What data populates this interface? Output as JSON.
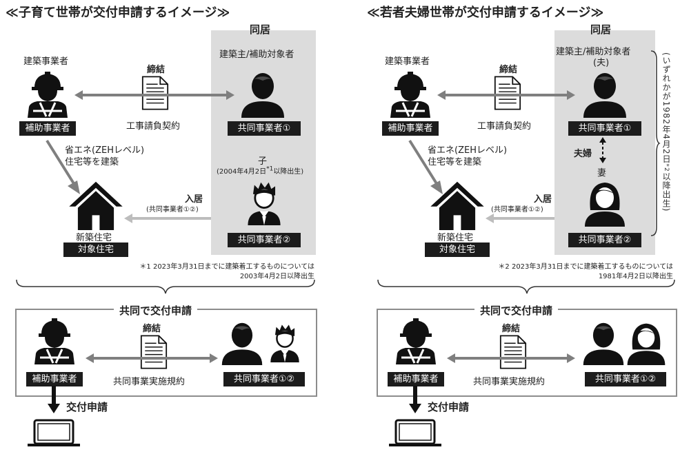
{
  "colors": {
    "panel": "#dcdcdc",
    "badge": "#1c1c1c",
    "arrow": "#7f7f7f",
    "line_light": "#bdbdbd"
  },
  "left": {
    "title": "≪子育て世帯が交付申請するイメージ≫",
    "cohabit": "同居",
    "builder_label": "建築事業者",
    "builder_badge": "補助事業者",
    "contract_head": "締結",
    "contract_label": "工事請負契約",
    "owner_label": "建築主/補助対象者",
    "owner_badge": "共同事業者①",
    "build_line1": "省エネ(ZEHレベル)",
    "build_line2": "住宅等を建築",
    "child_label": "子",
    "child_note": "(2004年4月2日",
    "child_note_mark": "*1",
    "child_note_end": "以降出生)",
    "move_in": "入居",
    "move_in_sub": "(共同事業者①②)",
    "house_label": "新築住宅",
    "house_badge": "対象住宅",
    "co2_badge": "共同事業者②",
    "footnote1": "＊1 2023年3月31日までに建築着工するものについては",
    "footnote2": "2003年4月2日以降出生",
    "joint_title": "共同で交付申請",
    "joint_contract_head": "締結",
    "joint_contract_label": "共同事業実施規約",
    "joint_builder_badge": "補助事業者",
    "joint_co_badge": "共同事業者①②",
    "apply_label": "交付申請"
  },
  "right": {
    "title": "≪若者夫婦世帯が交付申請するイメージ≫",
    "cohabit": "同居",
    "builder_label": "建築事業者",
    "builder_badge": "補助事業者",
    "contract_head": "締結",
    "contract_label": "工事請負契約",
    "owner_label": "建築主/補助対象者",
    "owner_sub": "(夫)",
    "owner_badge": "共同事業者①",
    "couple": "夫婦",
    "wife": "妻",
    "build_line1": "省エネ(ZEHレベル)",
    "build_line2": "住宅等を建築",
    "move_in": "入居",
    "move_in_sub": "(共同事業者①②)",
    "house_label": "新築住宅",
    "house_badge": "対象住宅",
    "co2_badge": "共同事業者②",
    "side_note": "(いずれかが1982年4月2日",
    "side_note_mark": "*2",
    "side_note_end": "以降出生)",
    "footnote1": "＊2 2023年3月31日までに建築着工するものについては",
    "footnote2": "1981年4月2日以降出生",
    "joint_title": "共同で交付申請",
    "joint_contract_head": "締結",
    "joint_contract_label": "共同事業実施規約",
    "joint_builder_badge": "補助事業者",
    "joint_co_badge": "共同事業者①②",
    "apply_label": "交付申請"
  }
}
